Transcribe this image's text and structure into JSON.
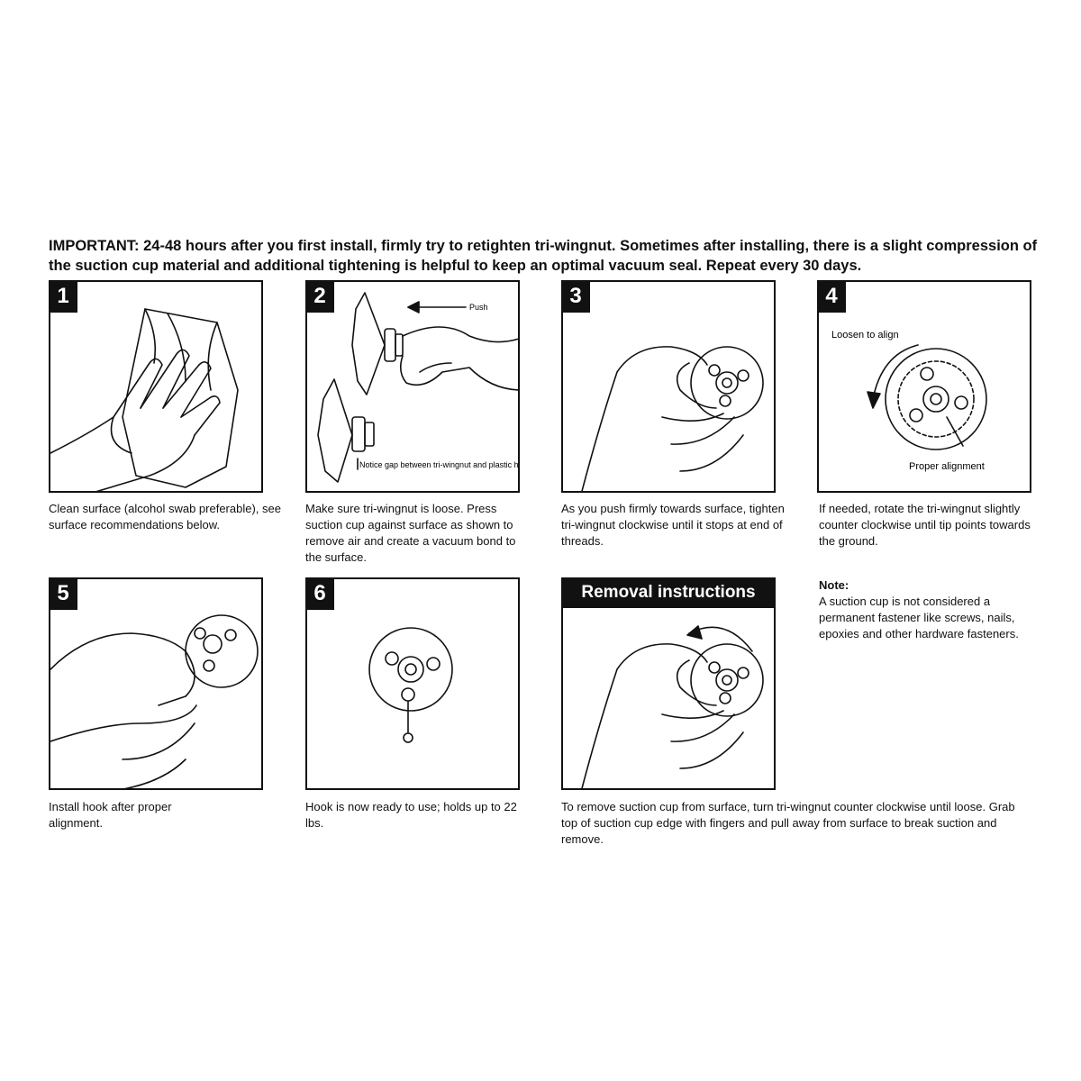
{
  "important_text": "IMPORTANT: 24-48 hours after you first install, firmly try to retighten tri-wingnut. Sometimes after installing, there is a slight compression of the suction cup material and additional tightening is helpful to keep an optimal vacuum seal. Repeat every 30 days.",
  "steps": [
    {
      "number": "1",
      "caption": "Clean surface (alcohol swab preferable), see surface recommendations below."
    },
    {
      "number": "2",
      "caption": "Make sure tri-wingnut is loose. Press suction cup against surface as shown to remove air and create a vacuum bond to the surface.",
      "label_push": "Push",
      "label_gap": "Notice gap between tri-wingnut and plastic housing"
    },
    {
      "number": "3",
      "caption": "As you push firmly towards surface, tighten tri-wingnut clockwise until it stops at end of threads."
    },
    {
      "number": "4",
      "caption": "If needed, rotate the tri-wingnut slightly counter clockwise until tip points towards the ground.",
      "label_loosen": "Loosen to align",
      "label_alignment": "Proper alignment"
    },
    {
      "number": "5",
      "caption": "Install hook after proper alignment."
    },
    {
      "number": "6",
      "caption": "Hook is now ready to use; holds up to 22 lbs."
    }
  ],
  "removal": {
    "title": "Removal instructions",
    "caption": "To remove suction cup from surface, turn tri-wingnut counter clockwise until loose. Grab top of suction cup edge with fingers and pull away from surface to break suction and remove."
  },
  "note": {
    "title": "Note:",
    "body": "A suction cup is not considered a permanent fastener like screws, nails, epoxies and other hardware fasteners."
  }
}
